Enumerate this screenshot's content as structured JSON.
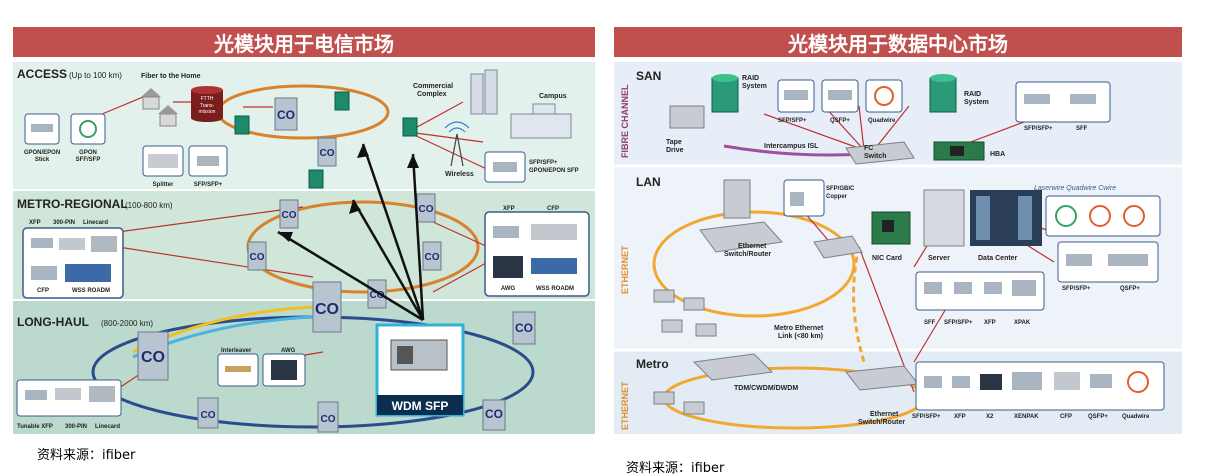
{
  "left": {
    "title": "光模块用于电信市场",
    "source": "资料来源：ifiber",
    "access": {
      "heading": "ACCESS",
      "range": "(Up to 100 km)"
    },
    "metro": {
      "heading": "METRO-REGIONAL",
      "range": "(100-800 km)"
    },
    "longhaul": {
      "heading": "LONG-HAUL",
      "range": "(800-2000 km)"
    },
    "labels": {
      "fiber_home": "Fiber to the Home",
      "ftth_1": "FTTH",
      "ftth_2": "Trans-",
      "ftth_3": "mission",
      "commercial_1": "Commercial",
      "commercial_2": "Complex",
      "campus": "Campus",
      "gpon_epon_1": "GPON/EPON",
      "gpon_epon_2": "Stick",
      "gpon_1": "GPON",
      "gpon_2": "SFF/SFP",
      "splitter": "Splitter",
      "sfp_sfpplus": "SFP/SFP+",
      "wireless": "Wireless",
      "sfp_gpon_1": "SFP/SFP+",
      "sfp_gpon_2": "GPON/EPON SFP",
      "xfp": "XFP",
      "pin300": "300-PIN",
      "linecard": "Linecard",
      "cfp": "CFP",
      "wss_roadm": "WSS ROADM",
      "xfp_r": "XFP",
      "cfp_r": "CFP",
      "awg_r": "AWG",
      "wss_roadm_r": "WSS ROADM",
      "interleaver": "Interleaver",
      "awg": "AWG",
      "tunable_xfp": "Tunable XFP",
      "pin300_b": "300-PIN",
      "linecard_b": "Linecard",
      "wdm_sfp": "WDM SFP",
      "co": "CO"
    }
  },
  "right": {
    "title": "光模块用于数据中心市场",
    "source": "资料来源：ifiber",
    "san": {
      "heading": "SAN",
      "side": "FIBRE CHANNEL"
    },
    "lan": {
      "heading": "LAN",
      "side": "ETHERNET"
    },
    "metro": {
      "heading": "Metro",
      "side": "ETHERNET"
    },
    "labels": {
      "raid_1": "RAID",
      "raid_2": "System",
      "raid2_1": "RAID",
      "raid2_2": "System",
      "tape_1": "Tape",
      "tape_2": "Drive",
      "sfp_sfpplus": "SFP/SFP+",
      "qsfp": "QSFP+",
      "quadwire": "Quadwire",
      "intercampus": "Intercampus ISL",
      "fc_1": "FC",
      "fc_2": "Switch",
      "hba": "HBA",
      "sfp_sfpplus2": "SFP/SFP+",
      "sff": "SFF",
      "sfp_gbic_1": "SFP/GBIC",
      "sfp_gbic_2": "Copper",
      "eth_sw_1": "Ethernet",
      "eth_sw_2": "Switch/Router",
      "nic": "NIC Card",
      "server": "Server",
      "datacenter": "Data Center",
      "brands": "Laserwire  Quadwire  Cwire",
      "sfp_b": "SFP/SFP+",
      "qsfp_b": "QSFP+",
      "sff_c": "SFF",
      "sfp_c": "SFP/SFP+",
      "xfp_c": "XFP",
      "xpak_c": "XPAK",
      "metro_eth_1": "Metro Ethernet",
      "metro_eth_2": "Link (<80 km)",
      "tdm": "TDM/CWDM/DWDM",
      "eth_sw2_1": "Ethernet",
      "eth_sw2_2": "Switch/Router",
      "m_sfp": "SFP/SFP+",
      "m_xfp": "XFP",
      "m_x2": "X2",
      "m_xenpak": "XENPAK",
      "m_cfp": "CFP",
      "m_qsfp": "QSFP+",
      "m_quadwire": "Quadwire"
    }
  }
}
